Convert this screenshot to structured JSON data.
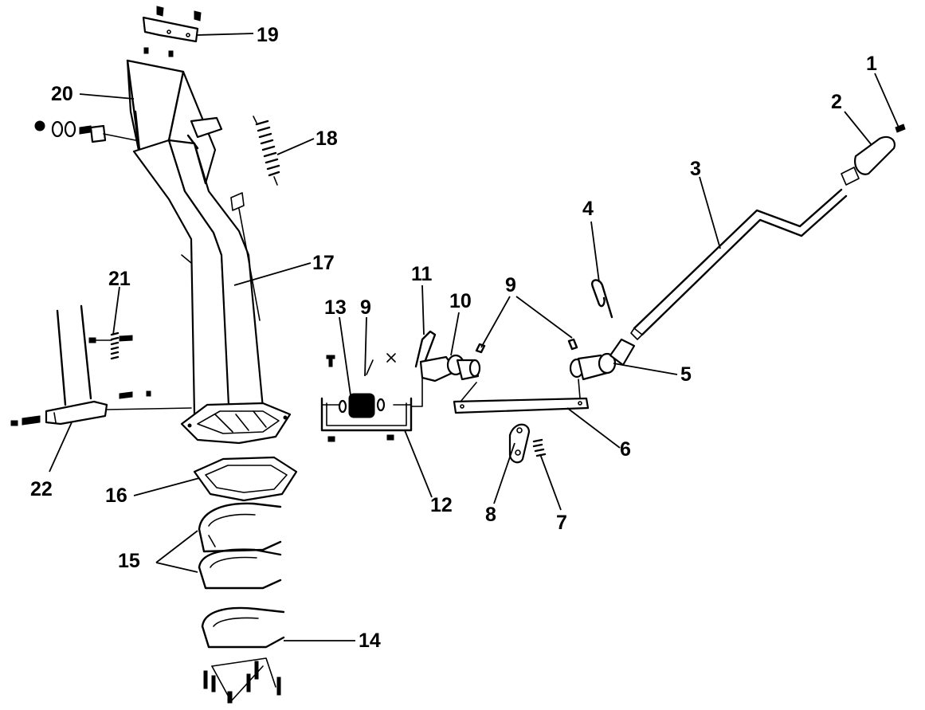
{
  "callouts": {
    "p1": "1",
    "p2": "2",
    "p3": "3",
    "p4": "4",
    "p5": "5",
    "p6": "6",
    "p7": "7",
    "p8": "8",
    "p9a": "9",
    "p9b": "9",
    "p10": "10",
    "p11": "11",
    "p12": "12",
    "p13": "13",
    "p14": "14",
    "p15": "15",
    "p16": "16",
    "p17": "17",
    "p18": "18",
    "p19": "19",
    "p20": "20",
    "p21": "21",
    "p22": "22"
  }
}
